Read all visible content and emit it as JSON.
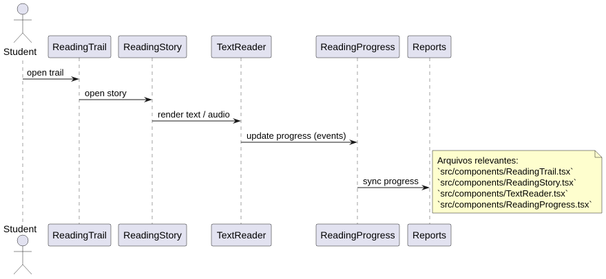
{
  "colors": {
    "participant_fill": "#e2e2f0",
    "border": "#181818",
    "lifeline": "#a0a0a0",
    "note_fill": "#fefece"
  },
  "actor": {
    "name": "Student"
  },
  "participants": [
    "ReadingTrail",
    "ReadingStory",
    "TextReader",
    "ReadingProgress",
    "Reports"
  ],
  "messages": [
    {
      "from": "Student",
      "to": "ReadingTrail",
      "label": "open trail"
    },
    {
      "from": "ReadingTrail",
      "to": "ReadingStory",
      "label": "open story"
    },
    {
      "from": "ReadingStory",
      "to": "TextReader",
      "label": "render text / audio"
    },
    {
      "from": "TextReader",
      "to": "ReadingProgress",
      "label": "update progress (events)"
    },
    {
      "from": "ReadingProgress",
      "to": "Reports",
      "label": "sync progress"
    }
  ],
  "note": {
    "lines": [
      "Arquivos relevantes:",
      "`src/components/ReadingTrail.tsx`",
      "`src/components/ReadingStory.tsx`",
      "`src/components/TextReader.tsx`",
      "`src/components/ReadingProgress.tsx`"
    ]
  }
}
